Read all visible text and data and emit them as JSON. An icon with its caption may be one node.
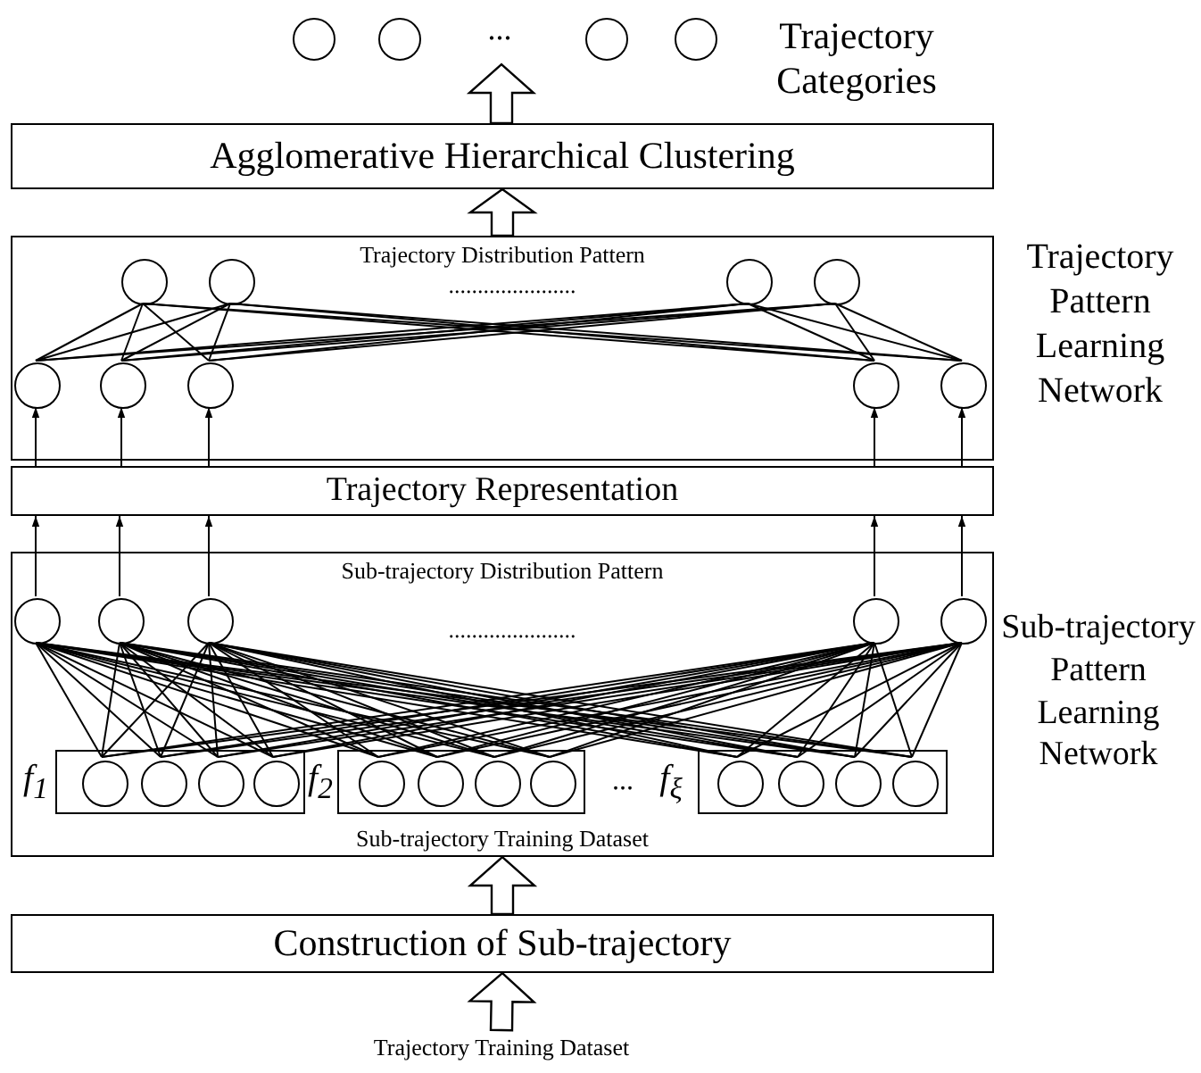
{
  "diagram": {
    "nodes": [
      {
        "text": [
          "Trajectory Training Dataset"
        ]
      },
      {
        "text": [
          "Construction of Sub-trajectory"
        ]
      },
      {
        "text": [
          "Sub-trajectory Distribution Pattern",
          "Sub-trajectory Training Dataset"
        ],
        "beside": [
          "Sub-trajectory Pattern Learning Network"
        ]
      },
      {
        "text": [],
        "shape": "circle",
        "in": 2
      },
      {
        "text": [],
        "shape": "circle",
        "in": 2
      },
      {
        "text": [],
        "shape": "circle",
        "in": 2
      },
      {
        "text": [],
        "shape": "circle",
        "in": 2
      },
      {
        "text": [],
        "shape": "circle",
        "in": 2
      },
      {
        "text": [],
        "shape": "box",
        "in": 2,
        "beside": [
          "f$_{1}$"
        ]
      },
      {
        "text": [],
        "shape": "circle",
        "in": 8
      },
      {
        "text": [],
        "shape": "circle",
        "in": 8
      },
      {
        "text": [],
        "shape": "circle",
        "in": 8
      },
      {
        "text": [],
        "shape": "circle",
        "in": 8
      },
      {
        "text": [],
        "shape": "box",
        "in": 2,
        "beside": [
          "f$_{2}$"
        ]
      },
      {
        "text": [],
        "shape": "circle",
        "in": 13
      },
      {
        "text": [],
        "shape": "circle",
        "in": 13
      },
      {
        "text": [],
        "shape": "circle",
        "in": 13
      },
      {
        "text": [],
        "shape": "circle",
        "in": 13
      },
      {
        "text": [],
        "shape": "box",
        "in": 2,
        "beside": [
          "f$_{ξ}$"
        ]
      },
      {
        "text": [],
        "shape": "circle",
        "in": 18
      },
      {
        "text": [],
        "shape": "circle",
        "in": 18
      },
      {
        "text": [],
        "shape": "circle",
        "in": 18
      },
      {
        "text": [],
        "shape": "circle",
        "in": 18
      },
      {
        "text": [
          "Trajectory Representation"
        ]
      },
      {
        "text": [
          "Trajectory Distribution Pattern"
        ],
        "beside": [
          "Trajectory Pattern Learning Network"
        ]
      },
      {
        "text": [],
        "shape": "circle",
        "in": 24
      },
      {
        "text": [],
        "shape": "circle",
        "in": 24
      },
      {
        "text": [],
        "shape": "circle",
        "in": 24
      },
      {
        "text": [],
        "shape": "circle",
        "in": 24
      },
      {
        "text": [],
        "shape": "circle",
        "in": 24
      },
      {
        "text": [],
        "shape": "circle",
        "in": 24
      },
      {
        "text": [],
        "shape": "circle",
        "in": 24
      },
      {
        "text": [],
        "shape": "circle",
        "in": 24
      },
      {
        "text": [],
        "shape": "circle",
        "in": 24
      },
      {
        "text": [
          "Agglomerative Hierarchical Clustering"
        ]
      },
      {
        "text": [],
        "shape": "circle"
      },
      {
        "text": [],
        "shape": "circle"
      },
      {
        "text": [],
        "shape": "circle"
      },
      {
        "text": [],
        "shape": "circle"
      }
    ],
    "edges": [
      {
        "from": 0,
        "to": 1,
        "arrow": "to",
        "style": "thick"
      },
      {
        "from": 1,
        "to": 2,
        "arrow": "to",
        "style": "thick"
      },
      {
        "from": 9,
        "to": 3,
        "arrow": "none"
      },
      {
        "from": 9,
        "to": 4,
        "arrow": "none"
      },
      {
        "from": 9,
        "to": 5,
        "arrow": "none"
      },
      {
        "from": 9,
        "to": 6,
        "arrow": "none"
      },
      {
        "from": 9,
        "to": 7,
        "arrow": "none"
      },
      {
        "from": 10,
        "to": 3,
        "arrow": "none"
      },
      {
        "from": 10,
        "to": 4,
        "arrow": "none"
      },
      {
        "from": 10,
        "to": 5,
        "arrow": "none"
      },
      {
        "from": 10,
        "to": 6,
        "arrow": "none"
      },
      {
        "from": 10,
        "to": 7,
        "arrow": "none"
      },
      {
        "from": 11,
        "to": 3,
        "arrow": "none"
      },
      {
        "from": 11,
        "to": 4,
        "arrow": "none"
      },
      {
        "from": 11,
        "to": 5,
        "arrow": "none"
      },
      {
        "from": 11,
        "to": 6,
        "arrow": "none"
      },
      {
        "from": 11,
        "to": 7,
        "arrow": "none"
      },
      {
        "from": 12,
        "to": 3,
        "arrow": "none"
      },
      {
        "from": 12,
        "to": 4,
        "arrow": "none"
      },
      {
        "from": 12,
        "to": 5,
        "arrow": "none"
      },
      {
        "from": 12,
        "to": 6,
        "arrow": "none"
      },
      {
        "from": 12,
        "to": 7,
        "arrow": "none"
      },
      {
        "from": 14,
        "to": 3,
        "arrow": "none"
      },
      {
        "from": 14,
        "to": 4,
        "arrow": "none"
      },
      {
        "from": 14,
        "to": 5,
        "arrow": "none"
      },
      {
        "from": 14,
        "to": 6,
        "arrow": "none"
      },
      {
        "from": 14,
        "to": 7,
        "arrow": "none"
      },
      {
        "from": 15,
        "to": 3,
        "arrow": "none"
      },
      {
        "from": 15,
        "to": 4,
        "arrow": "none"
      },
      {
        "from": 15,
        "to": 5,
        "arrow": "none"
      },
      {
        "from": 15,
        "to": 6,
        "arrow": "none"
      },
      {
        "from": 15,
        "to": 7,
        "arrow": "none"
      },
      {
        "from": 16,
        "to": 3,
        "arrow": "none"
      },
      {
        "from": 16,
        "to": 4,
        "arrow": "none"
      },
      {
        "from": 16,
        "to": 5,
        "arrow": "none"
      },
      {
        "from": 16,
        "to": 6,
        "arrow": "none"
      },
      {
        "from": 16,
        "to": 7,
        "arrow": "none"
      },
      {
        "from": 17,
        "to": 3,
        "arrow": "none"
      },
      {
        "from": 17,
        "to": 4,
        "arrow": "none"
      },
      {
        "from": 17,
        "to": 5,
        "arrow": "none"
      },
      {
        "from": 17,
        "to": 6,
        "arrow": "none"
      },
      {
        "from": 17,
        "to": 7,
        "arrow": "none"
      },
      {
        "from": 19,
        "to": 3,
        "arrow": "none"
      },
      {
        "from": 19,
        "to": 4,
        "arrow": "none"
      },
      {
        "from": 19,
        "to": 5,
        "arrow": "none"
      },
      {
        "from": 19,
        "to": 6,
        "arrow": "none"
      },
      {
        "from": 19,
        "to": 7,
        "arrow": "none"
      },
      {
        "from": 20,
        "to": 3,
        "arrow": "none"
      },
      {
        "from": 20,
        "to": 4,
        "arrow": "none"
      },
      {
        "from": 20,
        "to": 5,
        "arrow": "none"
      },
      {
        "from": 20,
        "to": 6,
        "arrow": "none"
      },
      {
        "from": 20,
        "to": 7,
        "arrow": "none"
      },
      {
        "from": 21,
        "to": 3,
        "arrow": "none"
      },
      {
        "from": 21,
        "to": 4,
        "arrow": "none"
      },
      {
        "from": 21,
        "to": 5,
        "arrow": "none"
      },
      {
        "from": 21,
        "to": 6,
        "arrow": "none"
      },
      {
        "from": 21,
        "to": 7,
        "arrow": "none"
      },
      {
        "from": 22,
        "to": 3,
        "arrow": "none"
      },
      {
        "from": 22,
        "to": 4,
        "arrow": "none"
      },
      {
        "from": 22,
        "to": 5,
        "arrow": "none"
      },
      {
        "from": 22,
        "to": 6,
        "arrow": "none"
      },
      {
        "from": 22,
        "to": 7,
        "arrow": "none"
      },
      {
        "from": 3,
        "to": 23,
        "arrow": "to"
      },
      {
        "from": 4,
        "to": 23,
        "arrow": "to"
      },
      {
        "from": 5,
        "to": 23,
        "arrow": "to"
      },
      {
        "from": 6,
        "to": 23,
        "arrow": "to"
      },
      {
        "from": 7,
        "to": 23,
        "arrow": "to"
      },
      {
        "from": 23,
        "to": 25,
        "arrow": "to"
      },
      {
        "from": 23,
        "to": 26,
        "arrow": "to"
      },
      {
        "from": 23,
        "to": 27,
        "arrow": "to"
      },
      {
        "from": 23,
        "to": 28,
        "arrow": "to"
      },
      {
        "from": 23,
        "to": 29,
        "arrow": "to"
      },
      {
        "from": 25,
        "to": 30,
        "arrow": "none"
      },
      {
        "from": 25,
        "to": 31,
        "arrow": "none"
      },
      {
        "from": 25,
        "to": 32,
        "arrow": "none"
      },
      {
        "from": 25,
        "to": 33,
        "arrow": "none"
      },
      {
        "from": 26,
        "to": 30,
        "arrow": "none"
      },
      {
        "from": 26,
        "to": 31,
        "arrow": "none"
      },
      {
        "from": 26,
        "to": 32,
        "arrow": "none"
      },
      {
        "from": 26,
        "to": 33,
        "arrow": "none"
      },
      {
        "from": 27,
        "to": 30,
        "arrow": "none"
      },
      {
        "from": 27,
        "to": 31,
        "arrow": "none"
      },
      {
        "from": 27,
        "to": 32,
        "arrow": "none"
      },
      {
        "from": 27,
        "to": 33,
        "arrow": "none"
      },
      {
        "from": 28,
        "to": 30,
        "arrow": "none"
      },
      {
        "from": 28,
        "to": 31,
        "arrow": "none"
      },
      {
        "from": 28,
        "to": 32,
        "arrow": "none"
      },
      {
        "from": 28,
        "to": 33,
        "arrow": "none"
      },
      {
        "from": 29,
        "to": 30,
        "arrow": "none"
      },
      {
        "from": 29,
        "to": 31,
        "arrow": "none"
      },
      {
        "from": 29,
        "to": 32,
        "arrow": "none"
      },
      {
        "from": 29,
        "to": 33,
        "arrow": "none"
      },
      {
        "from": 24,
        "to": 34,
        "arrow": "to",
        "style": "thick"
      },
      {
        "from": 34,
        "to": null,
        "arrow": "to",
        "style": "thick"
      }
    ],
    "labels": [
      "...",
      "Trajectory Categories",
      "......................",
      "......................",
      "..."
    ]
  }
}
